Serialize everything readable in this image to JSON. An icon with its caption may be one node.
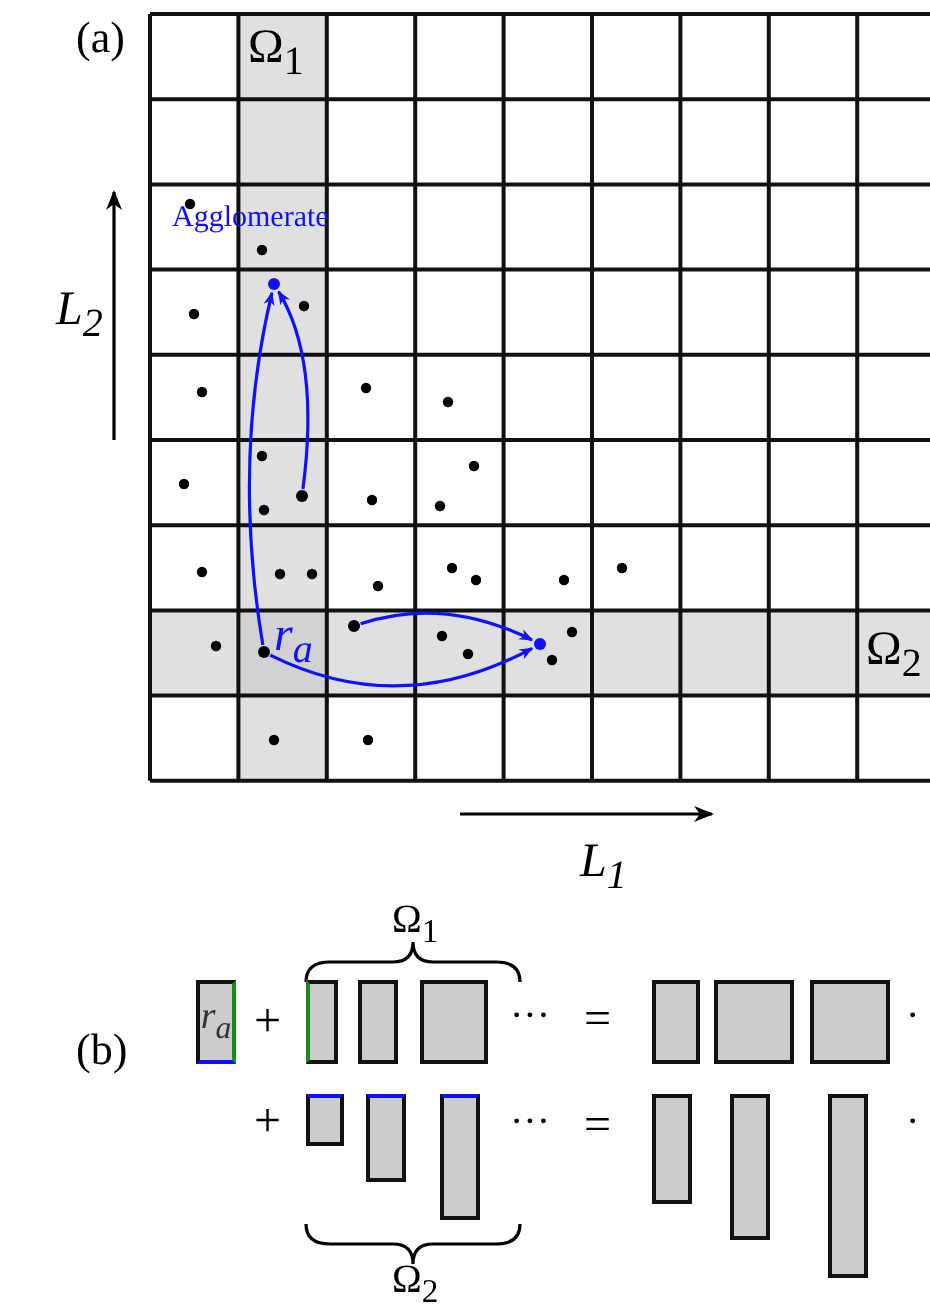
{
  "diagram": {
    "nodes": [
      {
        "text": [],
        "shape": "circle",
        "beside": [
          "Agglomerate"
        ]
      },
      {
        "text": [],
        "shape": "circle"
      },
      {
        "text": [],
        "shape": "circle",
        "beside": [
          "r$_{a}$"
        ]
      },
      {
        "text": [],
        "shape": "circle"
      },
      {
        "text": [],
        "shape": "circle"
      },
      {
        "text": [
          "r$_{a}$"
        ]
      },
      {
        "text": [],
        "shape": "box"
      },
      {
        "text": [],
        "shape": "box"
      },
      {
        "text": [],
        "shape": "box"
      },
      {
        "text": [],
        "shape": "box"
      },
      {
        "text": [],
        "shape": "box"
      },
      {
        "text": [],
        "shape": "box"
      },
      {
        "text": [],
        "shape": "box"
      },
      {
        "text": [],
        "shape": "box"
      },
      {
        "text": [],
        "shape": "box"
      },
      {
        "text": [],
        "shape": "box"
      },
      {
        "text": [],
        "shape": "box"
      },
      {
        "text": [],
        "shape": "box"
      }
    ],
    "edges": [
      {
        "from": 2,
        "to": 0,
        "arrow": "to"
      },
      {
        "from": 1,
        "to": 0,
        "arrow": "to"
      },
      {
        "from": 3,
        "to": 4,
        "arrow": "to"
      },
      {
        "from": 2,
        "to": 4,
        "arrow": "to"
      }
    ],
    "labels": [
      "(a)",
      "Ω$_{1}$",
      "L$_{2}$",
      "Ω$_{2}$",
      "L$_{1}$",
      "Ω$_{1}$",
      "(b)",
      "+",
      "···",
      "=",
      "·",
      "+",
      "···",
      "=",
      "·",
      "Ω$_{2}$"
    ]
  }
}
